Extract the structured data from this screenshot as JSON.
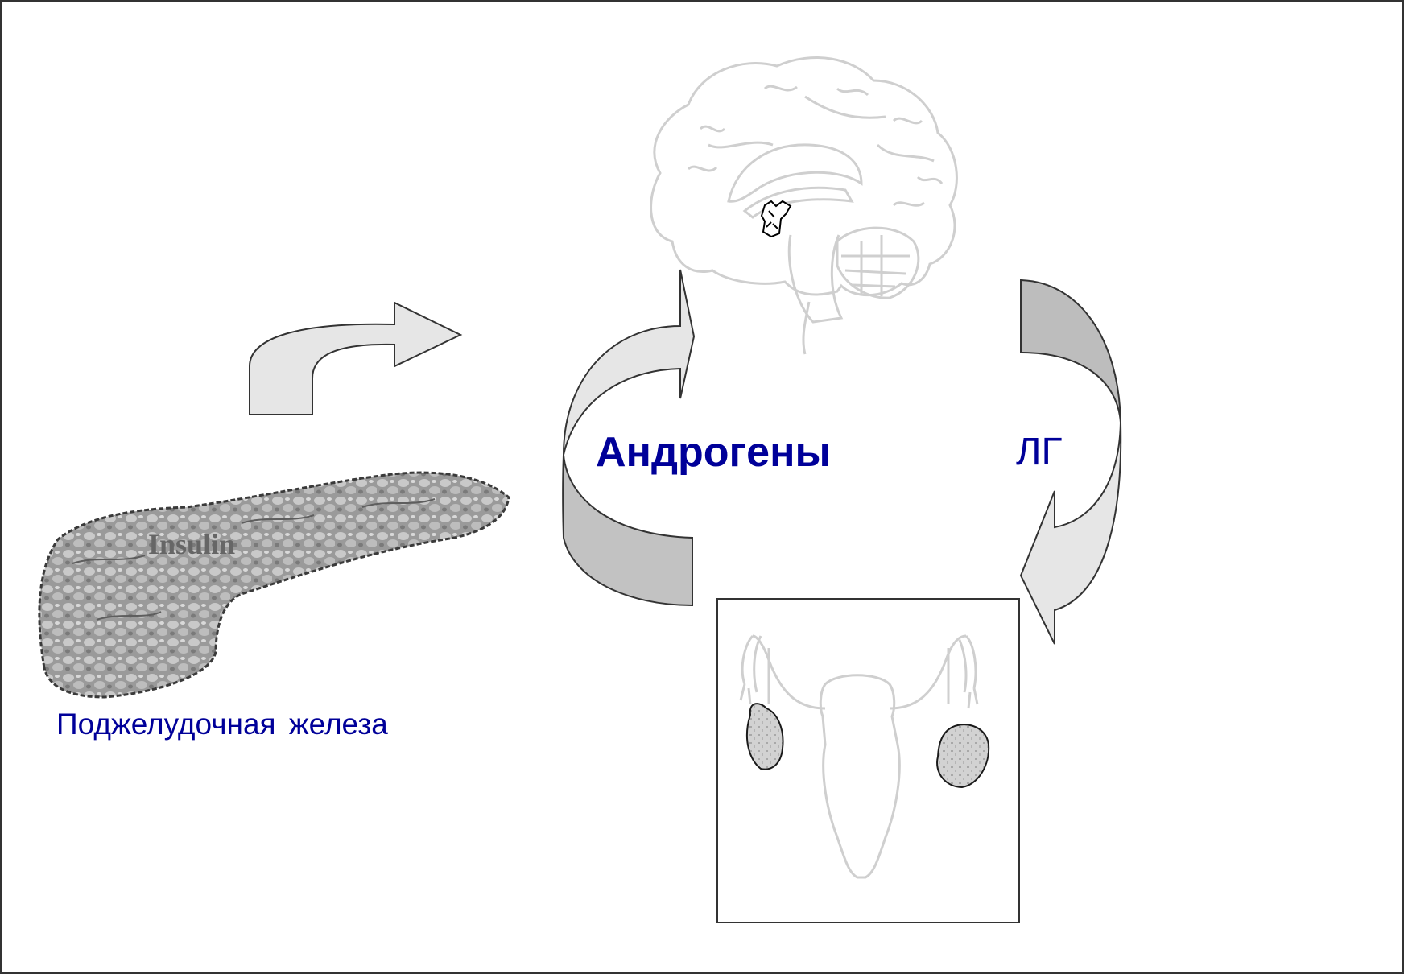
{
  "labels": {
    "androgens": "Андрогены",
    "lh": "ЛГ",
    "pancreas": "Поджелудочная  железа",
    "insulin": "Insulin"
  },
  "colors": {
    "label_blue": "#000099",
    "insulin_gray": "#666666",
    "arrow_light": "#e6e6e6",
    "arrow_dark": "#bdbdbd",
    "outline_light": "#cfcfcf",
    "border": "#333333"
  },
  "icons": {
    "brain": "brain-icon",
    "pancreas": "pancreas-icon",
    "uterus": "uterus-ovaries-icon"
  }
}
